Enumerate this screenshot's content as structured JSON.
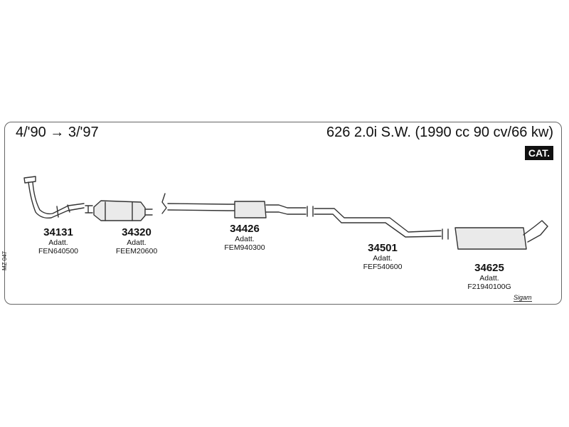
{
  "header": {
    "date_range": "4/'90 → 3/'97",
    "model": "626 2.0i S.W. (1990 cc 90 cv/66 kw)",
    "badge": "CAT."
  },
  "parts": [
    {
      "number": "34131",
      "adapt_label": "Adatt.",
      "adapt_code": "FEN640500"
    },
    {
      "number": "34320",
      "adapt_label": "Adatt.",
      "adapt_code": "FEEM20600"
    },
    {
      "number": "34426",
      "adapt_label": "Adatt.",
      "adapt_code": "FEM940300"
    },
    {
      "number": "34501",
      "adapt_label": "Adatt.",
      "adapt_code": "FEF540600"
    },
    {
      "number": "34625",
      "adapt_label": "Adatt.",
      "adapt_code": "F21940100G"
    }
  ],
  "side_code": "MZ 047",
  "logo": "Sigam"
}
